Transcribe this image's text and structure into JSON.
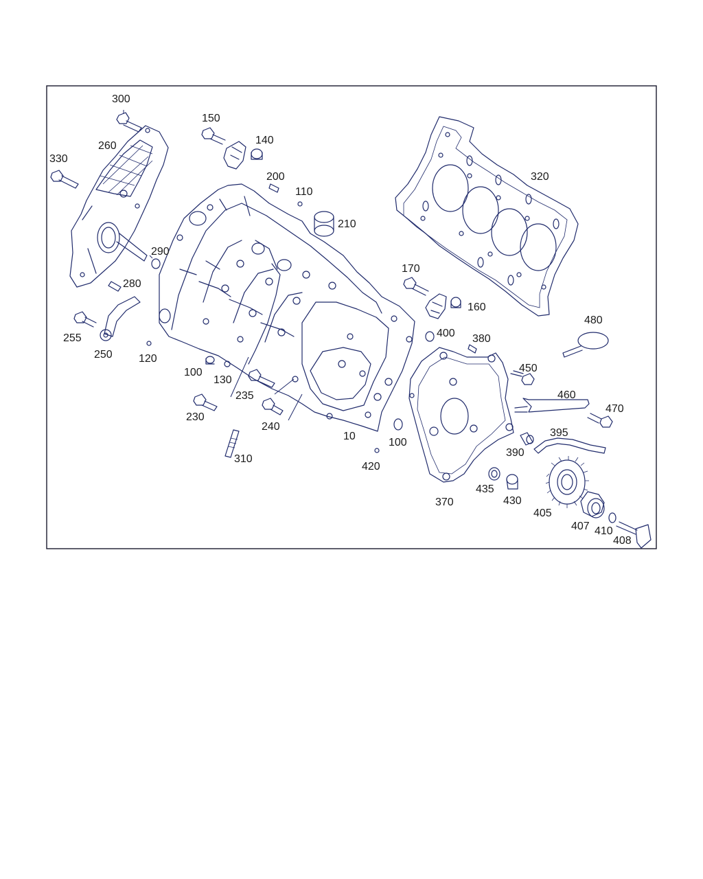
{
  "callouts": [
    {
      "id": "c300",
      "label": "300"
    },
    {
      "id": "c150",
      "label": "150"
    },
    {
      "id": "c140",
      "label": "140"
    },
    {
      "id": "c260",
      "label": "260"
    },
    {
      "id": "c330",
      "label": "330"
    },
    {
      "id": "c200",
      "label": "200"
    },
    {
      "id": "c110",
      "label": "110"
    },
    {
      "id": "c210",
      "label": "210"
    },
    {
      "id": "c320",
      "label": "320"
    },
    {
      "id": "c290",
      "label": "290"
    },
    {
      "id": "c280",
      "label": "280"
    },
    {
      "id": "c170",
      "label": "170"
    },
    {
      "id": "c160",
      "label": "160"
    },
    {
      "id": "c255",
      "label": "255"
    },
    {
      "id": "c250",
      "label": "250"
    },
    {
      "id": "c120",
      "label": "120"
    },
    {
      "id": "c480",
      "label": "480"
    },
    {
      "id": "c400",
      "label": "400"
    },
    {
      "id": "c380",
      "label": "380"
    },
    {
      "id": "c100a",
      "label": "100"
    },
    {
      "id": "c130",
      "label": "130"
    },
    {
      "id": "c450",
      "label": "450"
    },
    {
      "id": "c235",
      "label": "235"
    },
    {
      "id": "c460",
      "label": "460"
    },
    {
      "id": "c230",
      "label": "230"
    },
    {
      "id": "c240",
      "label": "240"
    },
    {
      "id": "c470",
      "label": "470"
    },
    {
      "id": "c395",
      "label": "395"
    },
    {
      "id": "c10",
      "label": "10"
    },
    {
      "id": "c100b",
      "label": "100"
    },
    {
      "id": "c390",
      "label": "390"
    },
    {
      "id": "c310",
      "label": "310"
    },
    {
      "id": "c420",
      "label": "420"
    },
    {
      "id": "c435",
      "label": "435"
    },
    {
      "id": "c430",
      "label": "430"
    },
    {
      "id": "c370",
      "label": "370"
    },
    {
      "id": "c405",
      "label": "405"
    },
    {
      "id": "c407",
      "label": "407"
    },
    {
      "id": "c410",
      "label": "410"
    },
    {
      "id": "c408",
      "label": "408"
    }
  ],
  "colors": {
    "line": "#1f2a6b",
    "text": "#1a1a1a",
    "background": "#ffffff"
  }
}
